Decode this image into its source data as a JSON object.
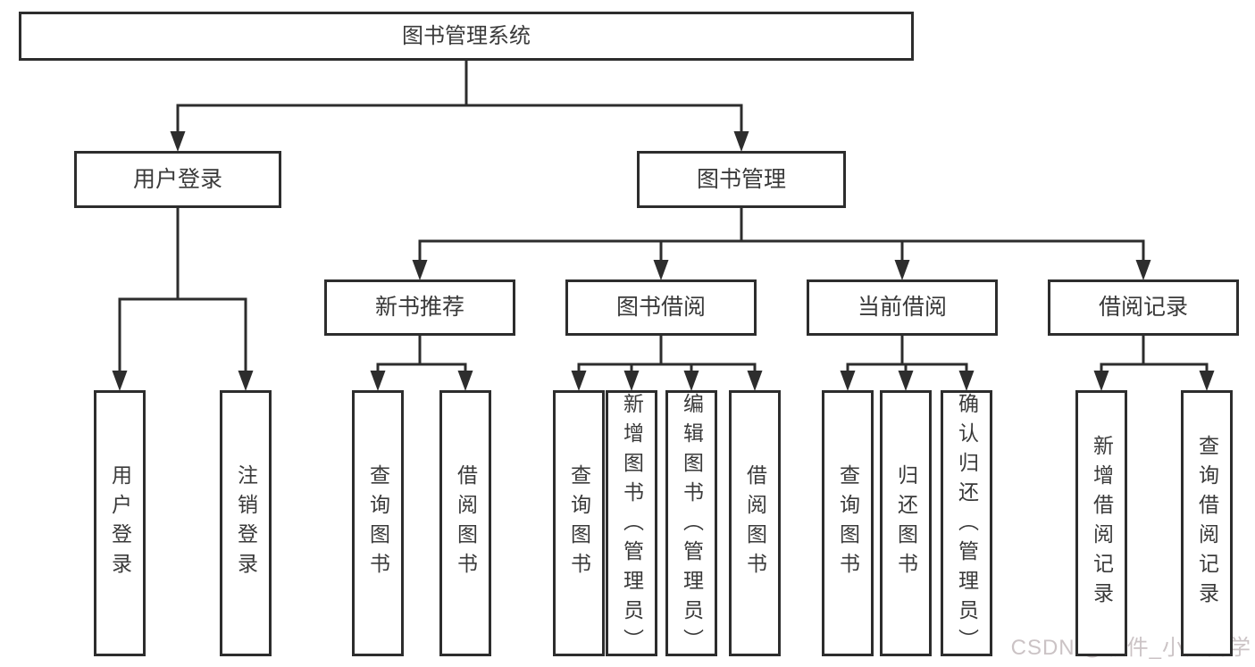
{
  "title": "图书管理系统",
  "watermark": "CSDN @软件_小贺同学",
  "colors": {
    "line": "#2d2d2d",
    "border": "#2d2d2d",
    "text": "#3a3a3a",
    "background": "#ffffff",
    "watermark": "#cbc3c5"
  },
  "nodes": [
    {
      "id": "root",
      "label": "图书管理系统"
    },
    {
      "id": "user-login",
      "label": "用户登录"
    },
    {
      "id": "book-mgmt",
      "label": "图书管理"
    },
    {
      "id": "new-book-rec",
      "label": "新书推荐"
    },
    {
      "id": "book-borrow",
      "label": "图书借阅"
    },
    {
      "id": "current-borrow",
      "label": "当前借阅"
    },
    {
      "id": "borrow-records",
      "label": "借阅记录"
    },
    {
      "id": "user-login-leaf",
      "label": "用户登录"
    },
    {
      "id": "logout",
      "label": "注销登录"
    },
    {
      "id": "nbr-query",
      "label": "查询图书"
    },
    {
      "id": "nbr-borrow",
      "label": "借阅图书"
    },
    {
      "id": "bb-query",
      "label": "查询图书"
    },
    {
      "id": "bb-add",
      "label": "新增图书（管理员）"
    },
    {
      "id": "bb-edit",
      "label": "编辑图书（管理员）"
    },
    {
      "id": "bb-borrow",
      "label": "借阅图书"
    },
    {
      "id": "cb-query",
      "label": "查询图书"
    },
    {
      "id": "cb-return",
      "label": "归还图书"
    },
    {
      "id": "cb-confirm",
      "label": "确认归还（管理员）"
    },
    {
      "id": "br-add",
      "label": "新增借阅记录"
    },
    {
      "id": "br-query",
      "label": "查询借阅记录"
    }
  ],
  "hierarchy": [
    {
      "parent": "root",
      "children": [
        "user-login",
        "book-mgmt"
      ]
    },
    {
      "parent": "user-login",
      "children": [
        "user-login-leaf",
        "logout"
      ]
    },
    {
      "parent": "book-mgmt",
      "children": [
        "new-book-rec",
        "book-borrow",
        "current-borrow",
        "borrow-records"
      ]
    },
    {
      "parent": "new-book-rec",
      "children": [
        "nbr-query",
        "nbr-borrow"
      ]
    },
    {
      "parent": "book-borrow",
      "children": [
        "bb-query",
        "bb-add",
        "bb-edit",
        "bb-borrow"
      ]
    },
    {
      "parent": "current-borrow",
      "children": [
        "cb-query",
        "cb-return",
        "cb-confirm"
      ]
    },
    {
      "parent": "borrow-records",
      "children": [
        "br-add",
        "br-query"
      ]
    }
  ]
}
